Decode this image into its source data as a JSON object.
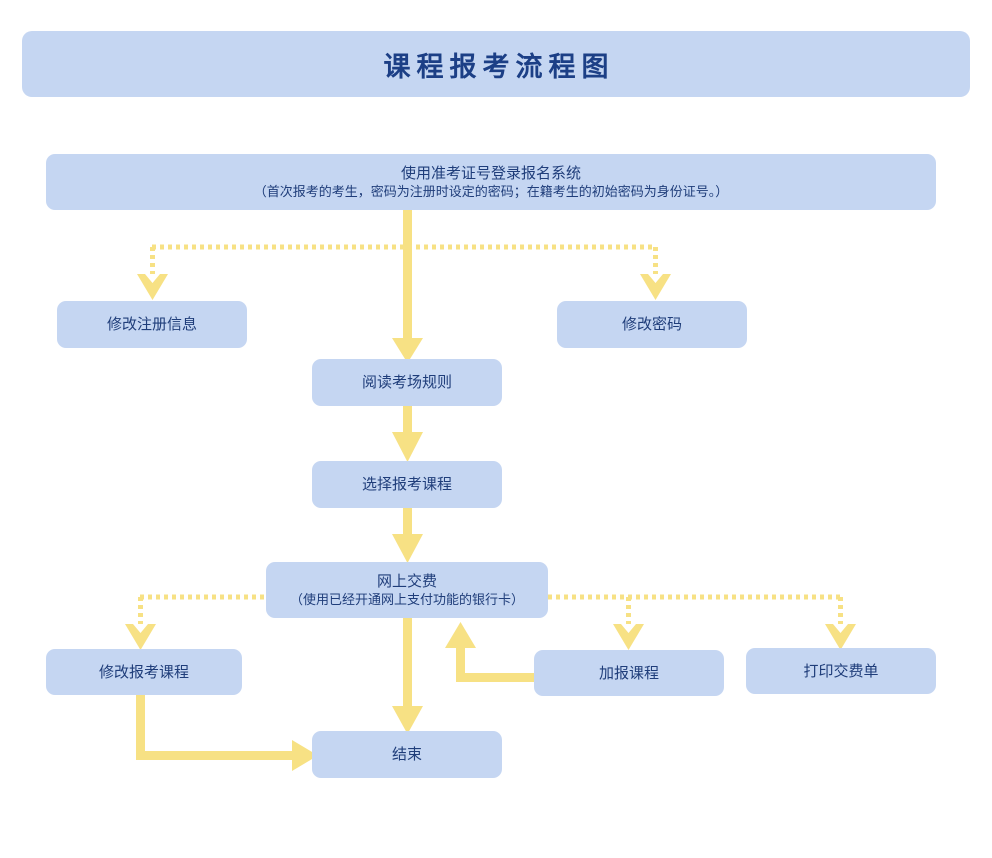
{
  "document": {
    "title": "课程报考流程图",
    "background_color": "#ffffff"
  },
  "theme": {
    "node_fill": "#c5d6f2",
    "node_text_color": "#1f3d7a",
    "title_text_color": "#1c3f86",
    "connector_color": "#f7e184",
    "dotted_connector_color": "#f7e184"
  },
  "nodes": {
    "login": {
      "line1": "使用准考证号登录报名系统",
      "line2": "（首次报考的考生，密码为注册时设定的密码；在籍考生的初始密码为身份证号。）"
    },
    "edit_register_info": {
      "line1": "修改注册信息"
    },
    "change_password": {
      "line1": "修改密码"
    },
    "read_exam_rules": {
      "line1": "阅读考场规则"
    },
    "select_courses": {
      "line1": "选择报考课程"
    },
    "online_payment": {
      "line1": "网上交费",
      "line2": "（使用已经开通网上支付功能的银行卡）"
    },
    "modify_courses": {
      "line1": "修改报考课程"
    },
    "add_courses": {
      "line1": "加报课程"
    },
    "print_receipt": {
      "line1": "打印交费单"
    },
    "end": {
      "line1": "结束"
    }
  },
  "connectors": [
    {
      "name": "login-to-read-rules",
      "style": "solid",
      "from": "login",
      "to": "read_exam_rules"
    },
    {
      "name": "login-to-edit-register-info",
      "style": "dotted",
      "from": "login",
      "to": "edit_register_info"
    },
    {
      "name": "login-to-change-password",
      "style": "dotted",
      "from": "login",
      "to": "change_password"
    },
    {
      "name": "read-rules-to-select-courses",
      "style": "solid",
      "from": "read_exam_rules",
      "to": "select_courses"
    },
    {
      "name": "select-courses-to-online-payment",
      "style": "solid",
      "from": "select_courses",
      "to": "online_payment"
    },
    {
      "name": "online-payment-to-end",
      "style": "solid",
      "from": "online_payment",
      "to": "end"
    },
    {
      "name": "online-payment-to-modify-courses",
      "style": "dotted",
      "from": "online_payment",
      "to": "modify_courses"
    },
    {
      "name": "online-payment-to-add-courses",
      "style": "dotted",
      "from": "online_payment",
      "to": "add_courses"
    },
    {
      "name": "online-payment-to-print-receipt",
      "style": "dotted",
      "from": "online_payment",
      "to": "print_receipt"
    },
    {
      "name": "add-courses-to-online-payment",
      "style": "solid",
      "from": "add_courses",
      "to": "online_payment"
    },
    {
      "name": "modify-courses-to-end",
      "style": "solid",
      "from": "modify_courses",
      "to": "end"
    }
  ]
}
